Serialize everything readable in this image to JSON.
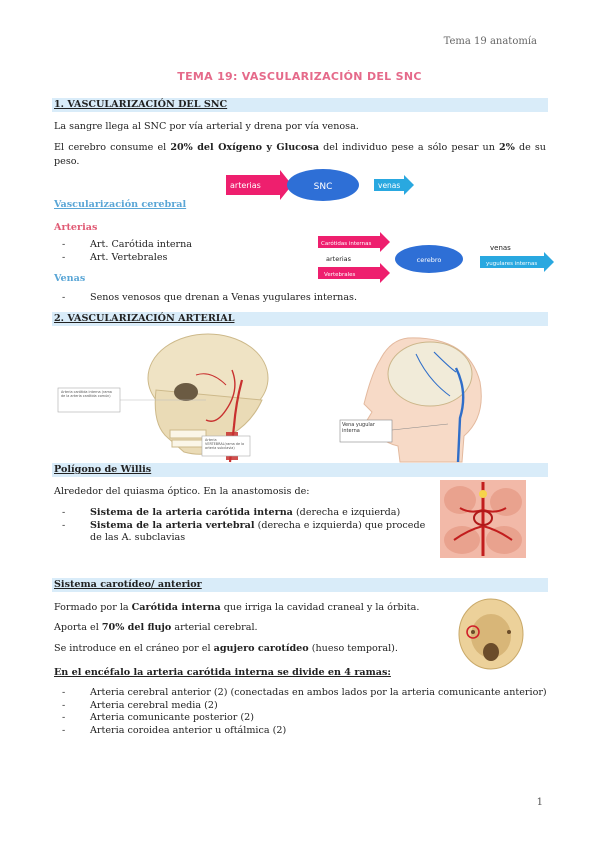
{
  "header": {
    "topic": "Tema 19 anatomía"
  },
  "title": "TEMA 19: VASCULARIZACIÓN DEL SNC",
  "sec1": {
    "heading": "1. VASCULARIZACIÓN DEL SNC",
    "p1": "La sangre llega al SNC por vía arterial y drena por vía venosa.",
    "p2_a": "El cerebro consume el ",
    "p2_b": "20% del Oxígeno y Glucosa",
    "p2_c": " del individuo pese a sólo pesar un ",
    "p2_d": "2%",
    "p2_e": " de su peso.",
    "diagram1": {
      "arterias": "arterias",
      "snc": "SNC",
      "venas": "venas"
    },
    "sub_heading": "Vascularización cerebral",
    "arterias_label": "Arterias",
    "arterias_items": [
      "Art. Carótida interna",
      "Art. Vertebrales"
    ],
    "venas_label": "Venas",
    "venas_items": [
      "Senos venosos que drenan a Venas yugulares internas."
    ],
    "diagram2": {
      "carotidas": "Carótidas internas",
      "arterias": "arterias",
      "vertebrales": "Vertebrales",
      "cerebro": "cerebro",
      "venas": "venas",
      "yugulares": "yugulares internas"
    }
  },
  "sec2": {
    "heading": "2. VASCULARIZACIÓN ARTERIAL",
    "img1_label1": "Arteria carótida interna (rama de la arteria carótida común)",
    "img1_label2": "Arteria VERTEBRAL(rama de la arteria subclavia)",
    "img2_label": "Vena yugular interna"
  },
  "willis": {
    "heading": "Polígono de Willis",
    "intro": "Alrededor del quiasma óptico.  En la anastomosis de:",
    "item1_b": "Sistema de la arteria carótida interna",
    "item1_r": " (derecha e izquierda)",
    "item2_b": "Sistema de la arteria vertebral",
    "item2_r": " (derecha e izquierda) que procede de las A. subclavias"
  },
  "carotideo": {
    "heading": "Sistema carotídeo/ anterior",
    "p1_a": "Formado por la ",
    "p1_b": "Carótida interna",
    "p1_c": " que irriga la cavidad craneal y la órbita.",
    "p2_a": "Aporta el ",
    "p2_b": "70% del flujo",
    "p2_c": " arterial cerebral.",
    "p3_a": "Se introduce en el cráneo por el ",
    "p3_b": "agujero carotídeo",
    "p3_c": " (hueso temporal).",
    "ramas_heading": "En el encéfalo la arteria carótida interna se divide en 4 ramas:",
    "ramas": [
      "Arteria cerebral anterior (2) (conectadas en ambos lados por la arteria comunicante anterior)",
      "Arteria cerebral media (2)",
      "Arteria comunicante posterior (2)",
      "Arteria coroidea anterior u oftálmica (2)"
    ]
  },
  "page_number": "1",
  "colors": {
    "accent_pink": "#e56a8a",
    "band_blue": "#d9ecf9",
    "arrow_pink": "#ee1f6e",
    "arrow_blue": "#29a8e0",
    "node_blue": "#2e6fd6"
  }
}
